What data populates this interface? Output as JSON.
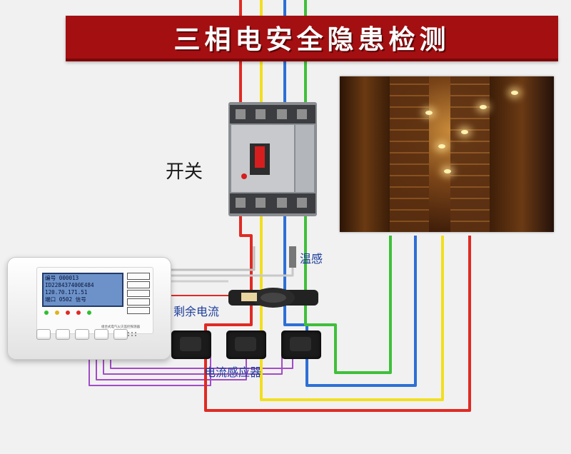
{
  "title": "三相电安全隐患检测",
  "labels": {
    "switch": "开关",
    "temperature_sensor": "温感",
    "residual_current": "剩余电流",
    "current_sensor": "电流感应器"
  },
  "monitor": {
    "lcd_lines": [
      "编号  000013",
      "ID228437400E484",
      "  120.70.171.51",
      "端口 0502  信号"
    ],
    "keys": [
      "",
      "",
      "",
      "",
      ""
    ],
    "brand": "组合式电气火灾监控探测器"
  },
  "colors": {
    "banner": "#a40f12",
    "wire_red": "#e02a23",
    "wire_yellow": "#f2df1f",
    "wire_blue": "#2d6fd6",
    "wire_green": "#3fbf3a",
    "wire_purple": "#a24bc7"
  }
}
